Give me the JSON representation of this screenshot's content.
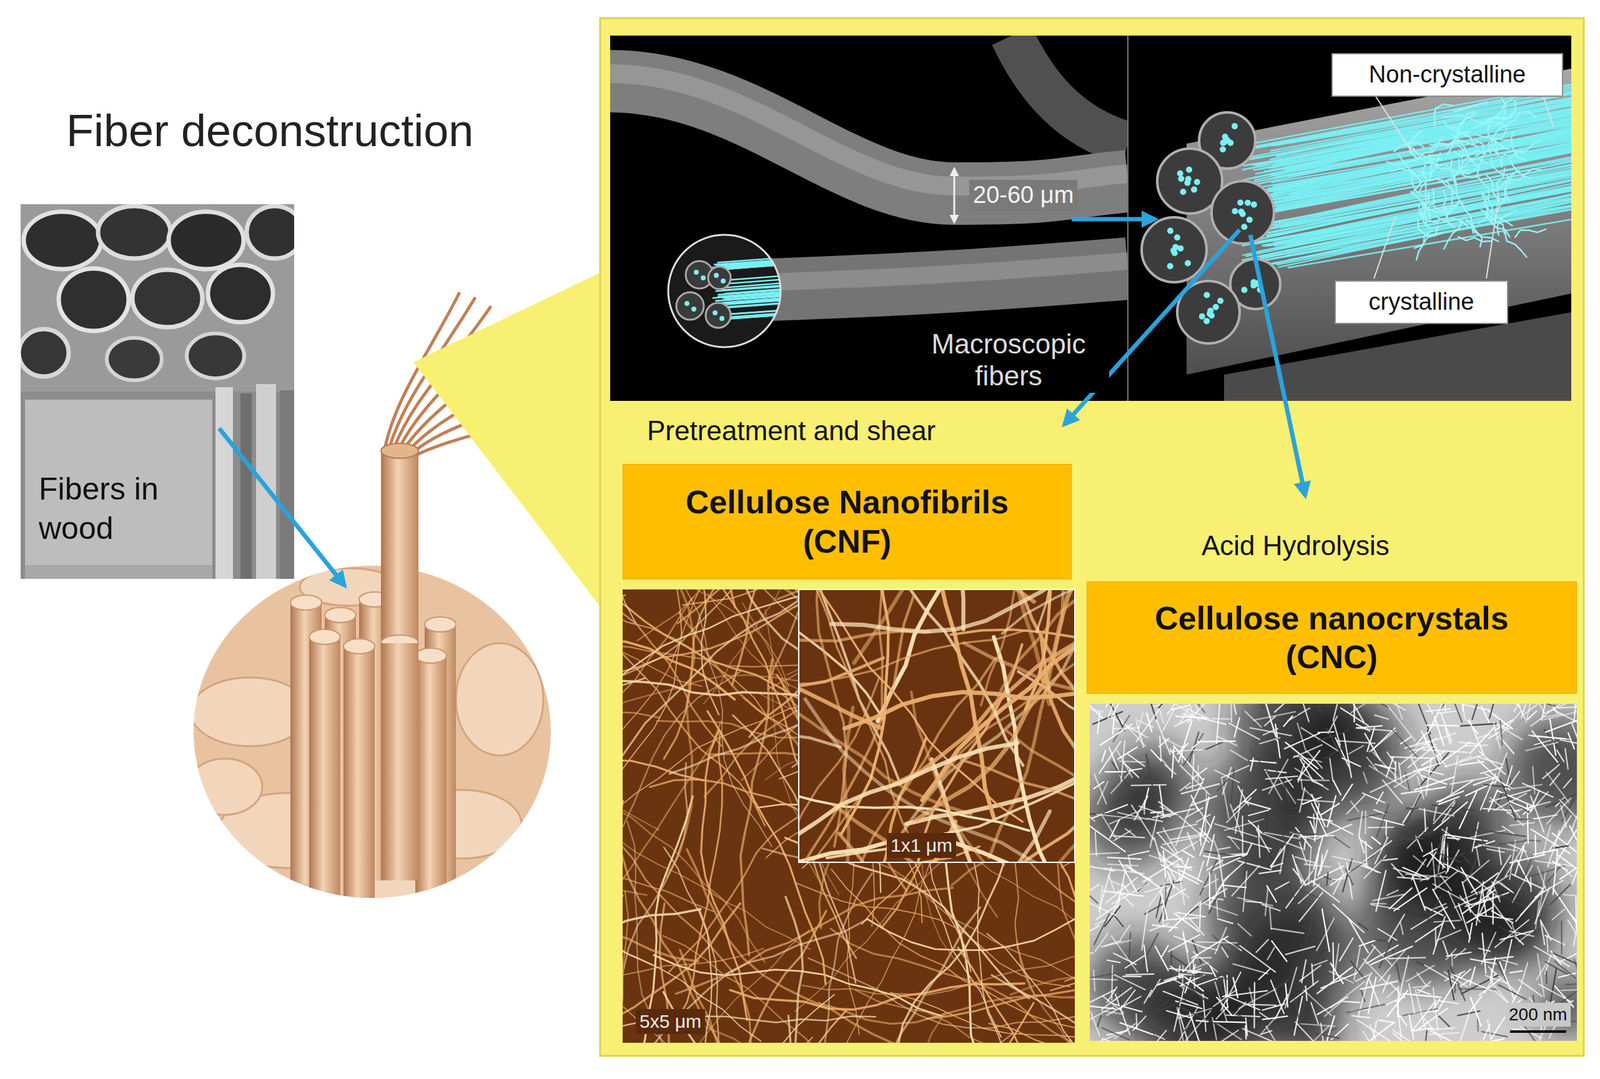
{
  "diagram": {
    "title": "Fiber deconstruction",
    "nodes": [
      {
        "text": [
          "Non-crystalline"
        ]
      },
      {
        "text": [
          "crystalline"
        ]
      },
      {
        "text": [
          "Cellulose Nanofibrils (CNF)"
        ]
      },
      {
        "text": [
          "Cellulose nanocrystals (CNC)"
        ]
      }
    ],
    "labels": [
      "Fibers in wood",
      "20-60 μm",
      "Macroscopic fibers",
      "Pretreatment and shear",
      "Acid Hydrolysis",
      "1x1 μm",
      "5x5 μm",
      "200 nm"
    ]
  }
}
